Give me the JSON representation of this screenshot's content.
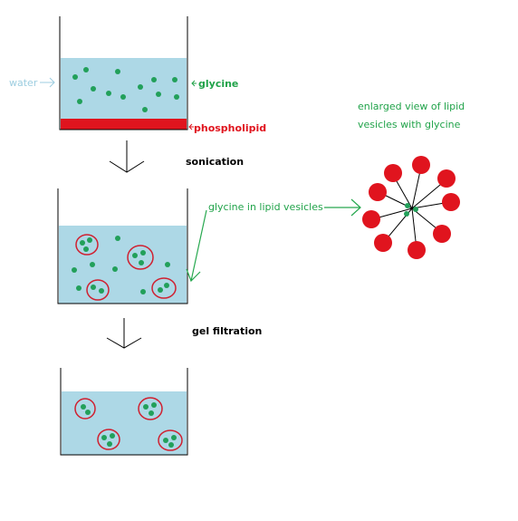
{
  "labels": {
    "water": "water",
    "glycine": "glycine",
    "phospholipid": "phospholipid",
    "sonication": "sonication",
    "glycine_in_vesicles": "glycine in lipid vesicles",
    "enlarged_line1": "enlarged view of lipid",
    "enlarged_line2": "vesicles with glycine",
    "gel_filtration": "gel filtration"
  },
  "colors": {
    "water": "#add8e6",
    "glycine": "#22a05a",
    "phospholipid": "#e0141e",
    "vesicle_outline": "#d02030",
    "label_green": "#21a34a",
    "label_blue": "#9ccde0",
    "label_black": "#000000",
    "arrow_green": "#27a84f"
  },
  "icons": {
    "process_arrow": "down-chevron-arrow",
    "pointer_arrow": "hand-drawn-arrow"
  }
}
